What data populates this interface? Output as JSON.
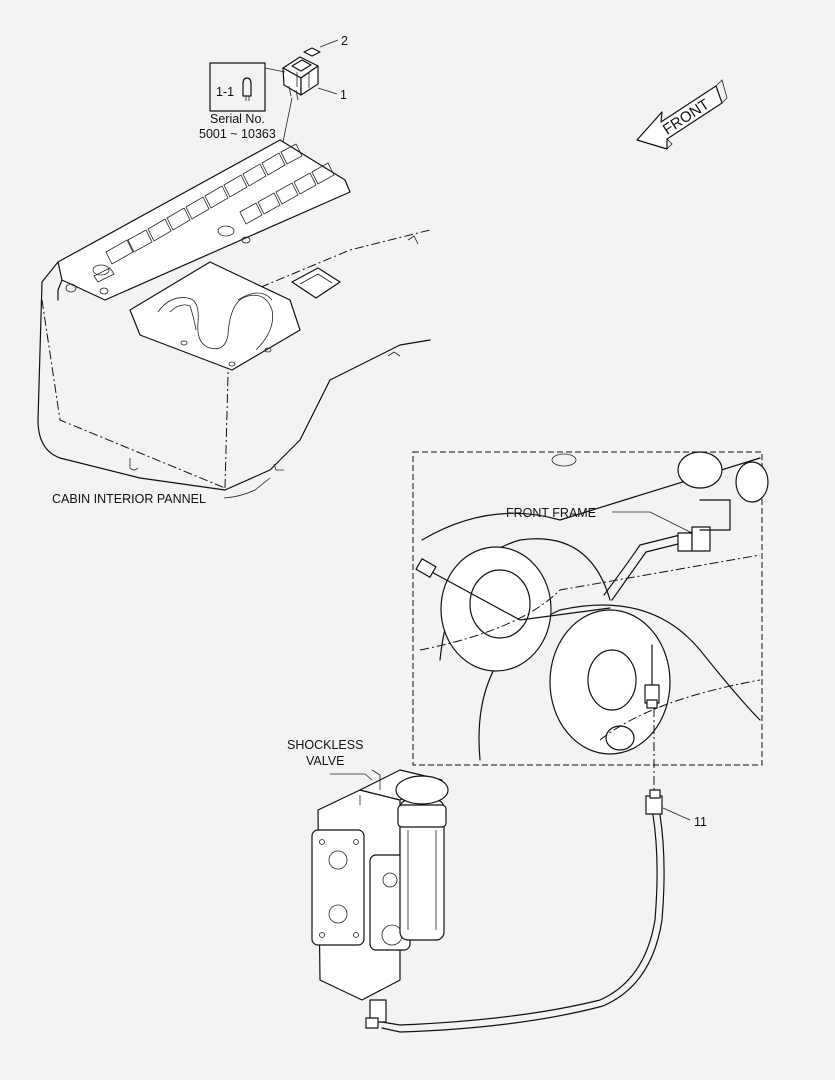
{
  "labels": {
    "part_2": "2",
    "part_1": "1",
    "part_1_1": "1-1",
    "serial_title": "Serial No.",
    "serial_range": "5001 ~ 10363",
    "front_arrow": "FRONT",
    "cabin_panel": "CABIN INTERIOR PANNEL",
    "front_frame": "FRONT FRAME",
    "shockless_line1": "SHOCKLESS",
    "shockless_line2": "VALVE",
    "part_11": "11"
  },
  "colors": {
    "background": "#f3f3f3",
    "line": "#111111"
  }
}
